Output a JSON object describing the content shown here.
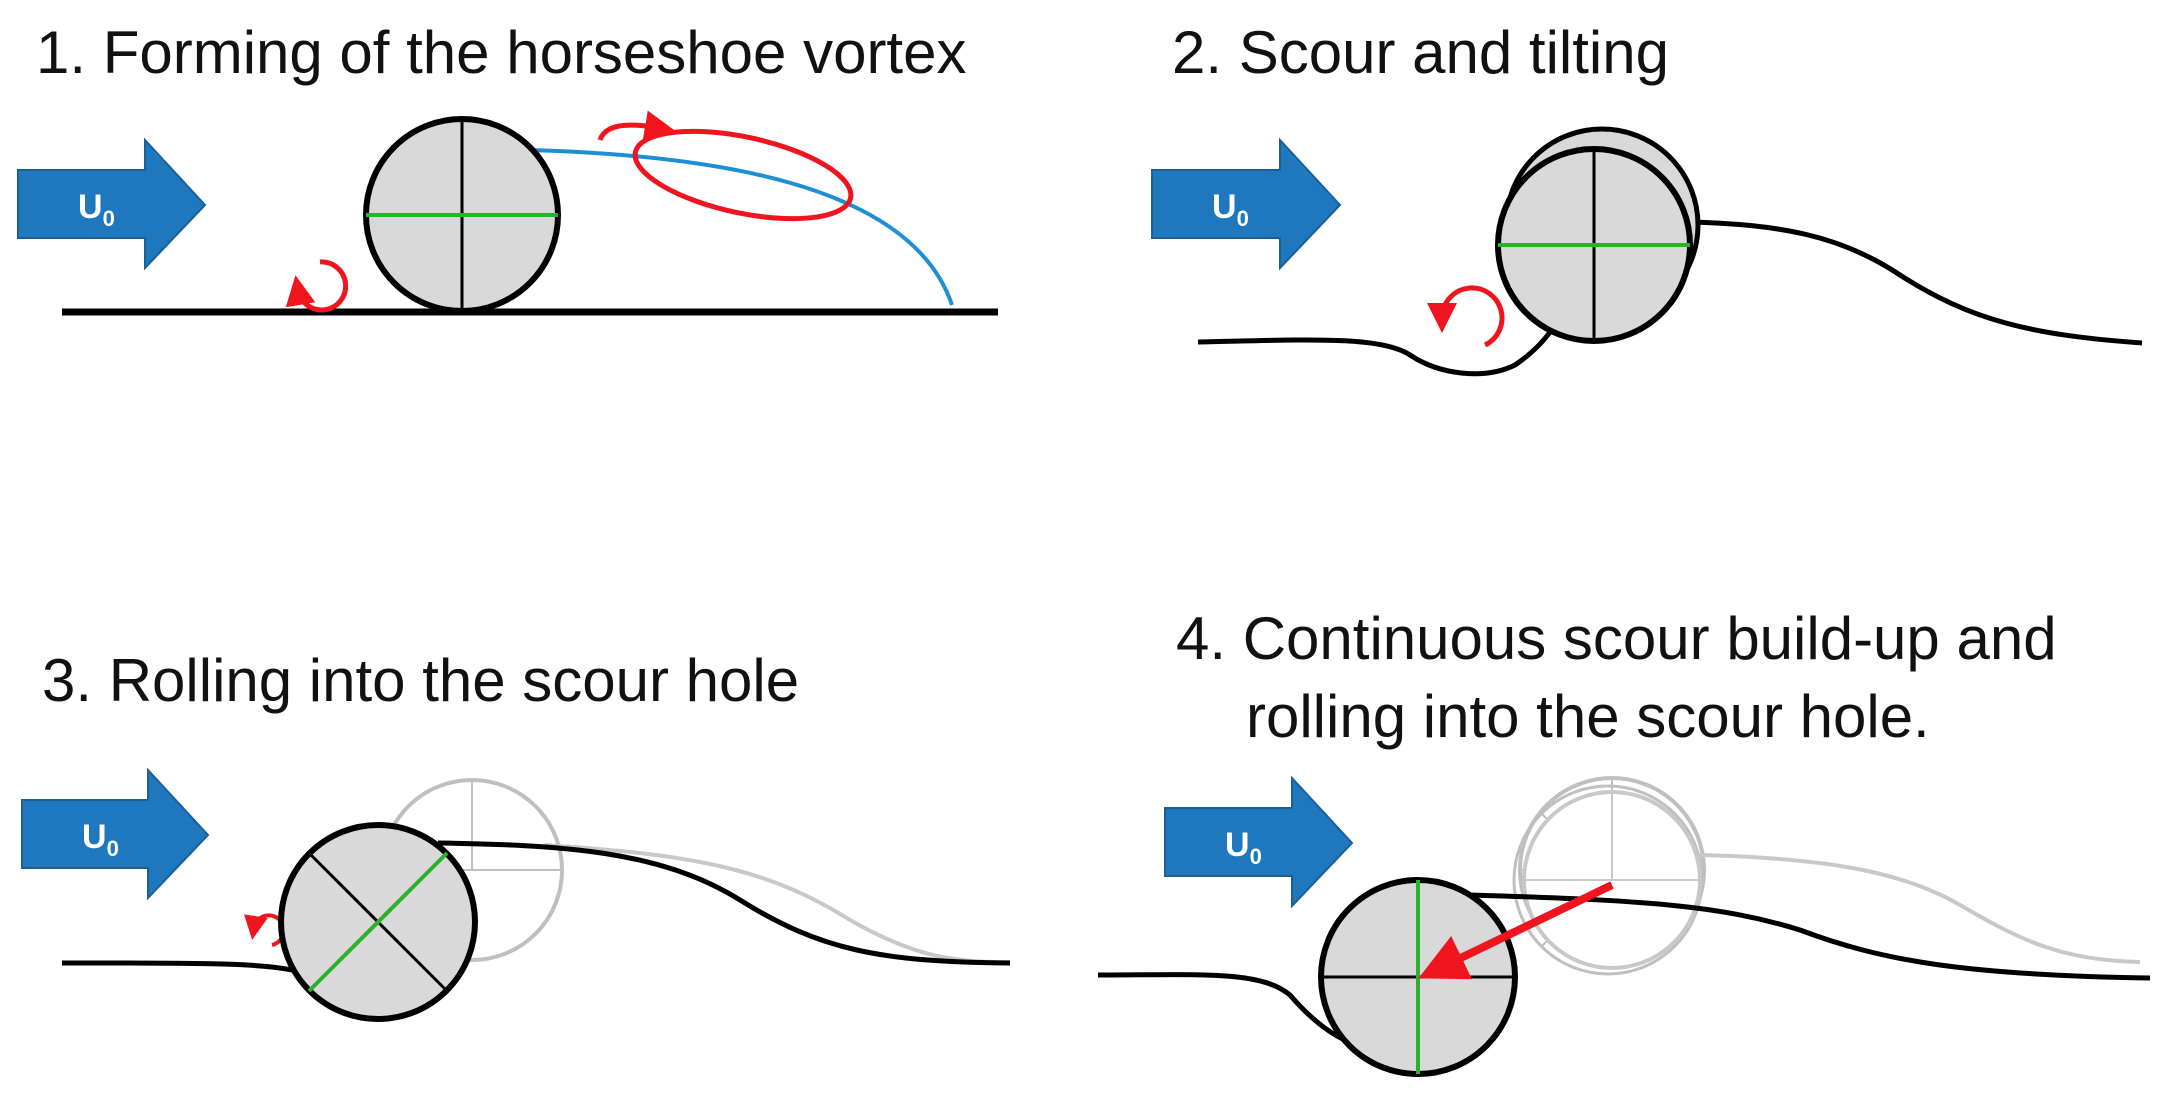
{
  "panels": [
    {
      "title": "1. Forming of the horseshoe vortex"
    },
    {
      "title": "2. Scour and tilting"
    },
    {
      "title": "3. Rolling into the scour hole"
    },
    {
      "title_line1": "4. Continuous scour build-up and",
      "title_line2": "rolling into the scour hole."
    }
  ],
  "flow_label": {
    "base": "U",
    "subscript": "0"
  },
  "colors": {
    "flow_arrow": "#1F77BD",
    "flow_arrow_edge": "#1A5F96",
    "cylinder_fill": "#D9D9D9",
    "outline": "#000000",
    "vortex": "#F0141E",
    "streamline": "#1E8FD6",
    "marker_line": "#2BB22B",
    "ghost": "#BFBFBF"
  }
}
